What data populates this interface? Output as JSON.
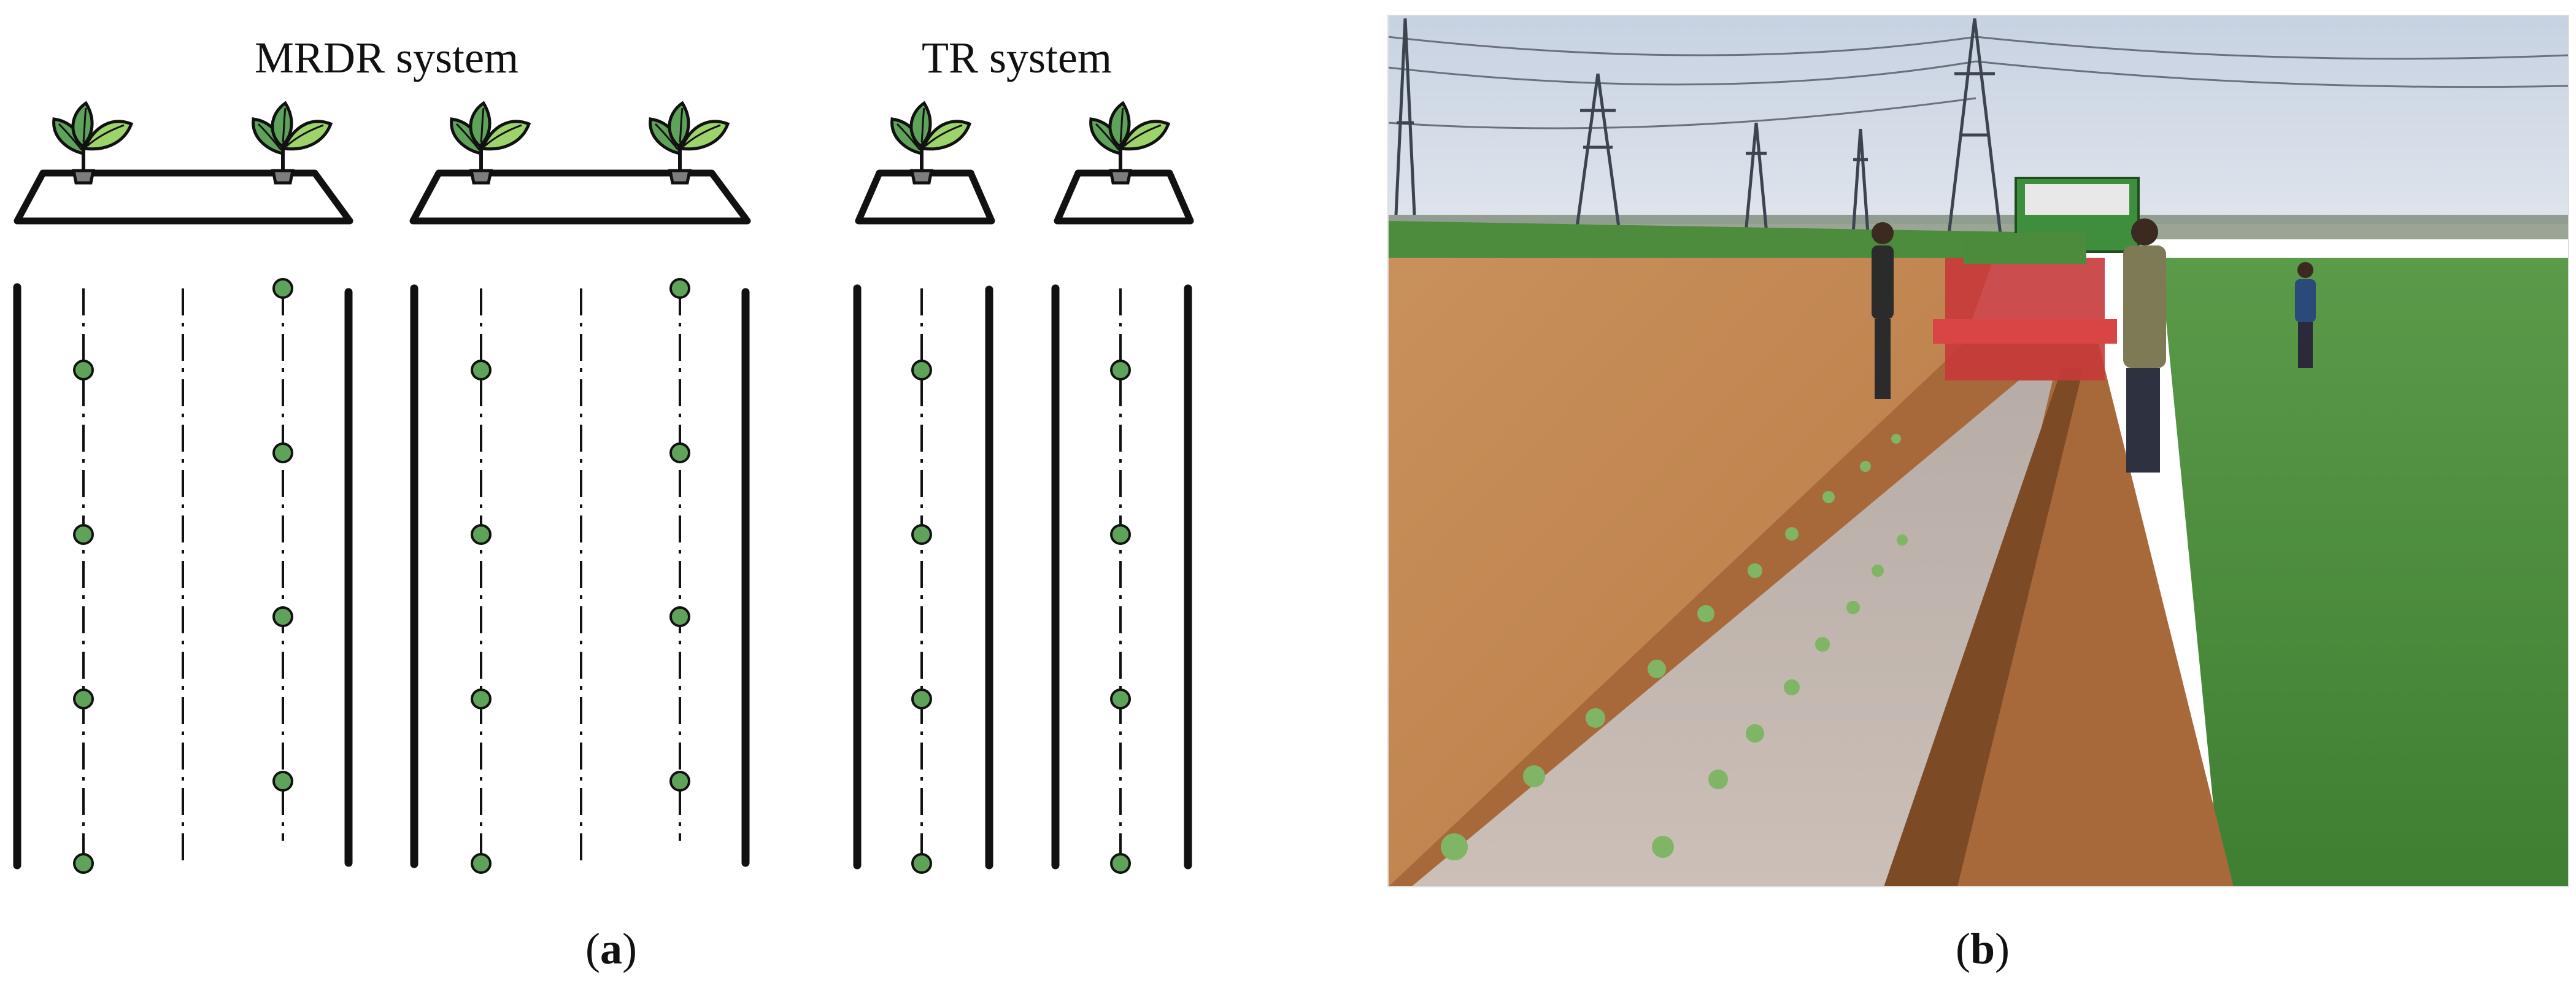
{
  "panel_a": {
    "mrdr_title": "MRDR  system",
    "tr_title": "TR system",
    "caption_open": "(",
    "caption_letter": "a",
    "caption_close": ")"
  },
  "panel_b": {
    "caption_open": "(",
    "caption_letter": "b",
    "caption_close": ")"
  },
  "colors": {
    "seedling_green": "#5fa35a",
    "leaf_light": "#9cd36a",
    "line": "#111111"
  },
  "icons": {
    "seedling": "seedling-icon",
    "plant_marker": "plant-dot"
  }
}
